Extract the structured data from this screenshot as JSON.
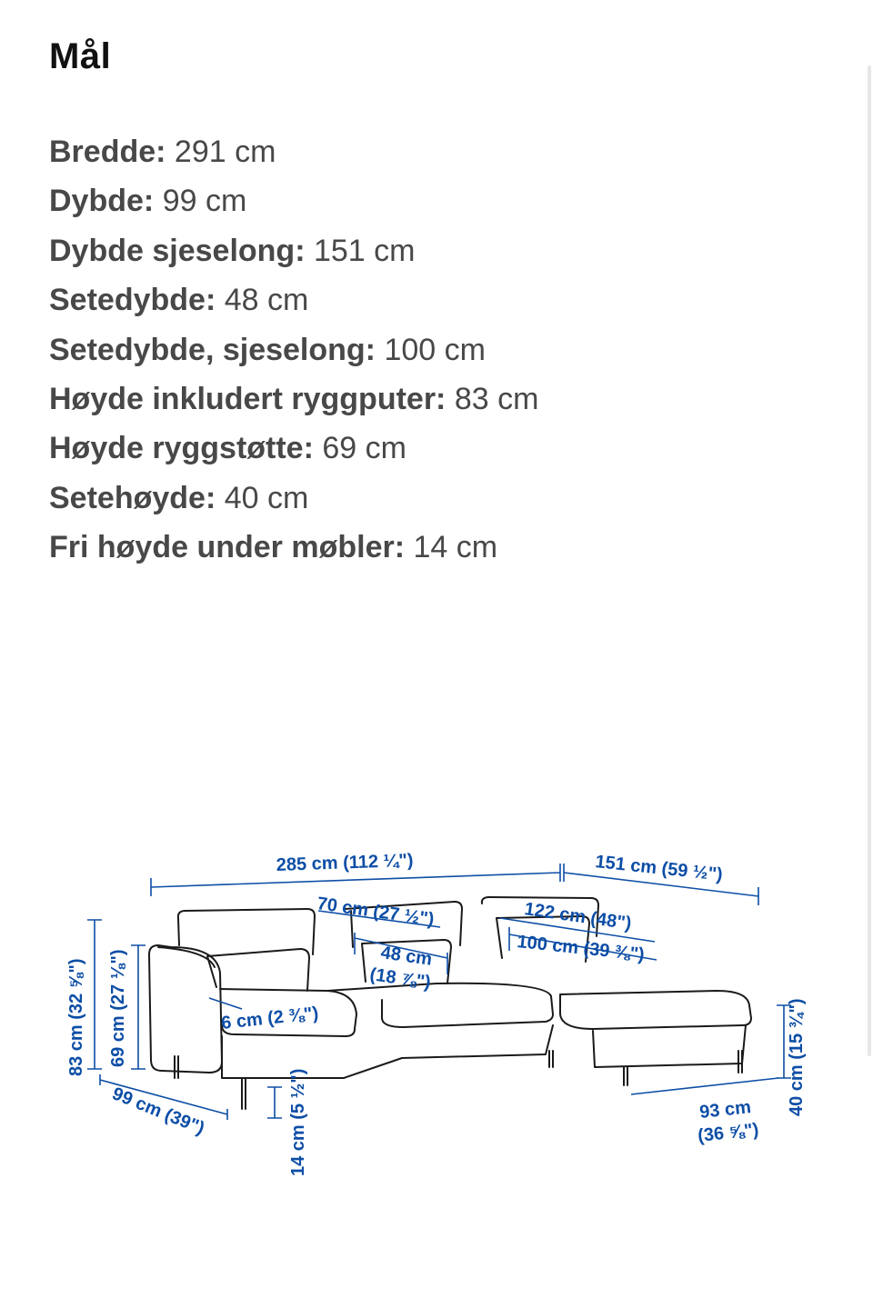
{
  "title": "Mål",
  "specs": [
    {
      "label": "Bredde:",
      "value": "291 cm"
    },
    {
      "label": "Dybde:",
      "value": "99 cm"
    },
    {
      "label": "Dybde sjeselong:",
      "value": "151 cm"
    },
    {
      "label": "Setedybde:",
      "value": "48 cm"
    },
    {
      "label": "Setedybde, sjeselong:",
      "value": "100 cm"
    },
    {
      "label": "Høyde inkludert ryggputer:",
      "value": "83 cm"
    },
    {
      "label": "Høyde ryggstøtte:",
      "value": "69 cm"
    },
    {
      "label": "Setehøyde:",
      "value": "40 cm"
    },
    {
      "label": "Fri høyde under møbler:",
      "value": "14 cm"
    }
  ],
  "diagram": {
    "dims": {
      "width": "285 cm (112 ¼\")",
      "chaise_depth": "151 cm (59 ½\")",
      "back_cushion": "70 cm (27 ½\")",
      "chaise_length": "122 cm (48\")",
      "seat_depth_cm": "48 cm",
      "seat_depth_in": "(18 ⅞\")",
      "chaise_seat": "100 cm (39 ⅜\")",
      "arm": "6 cm (2 ⅜\")",
      "height_total": "83 cm (32 ⅝\")",
      "height_back": "69 cm (27 ⅛\")",
      "depth": "99 cm (39\")",
      "clearance": "14 cm (5 ½\")",
      "chaise_width_cm": "93 cm",
      "chaise_width_in": "(36 ⅝\")",
      "seat_height": "40 cm (15 ¾\")"
    },
    "colors": {
      "dimension": "#0d4ea6",
      "line": "#1a1a1a"
    }
  }
}
